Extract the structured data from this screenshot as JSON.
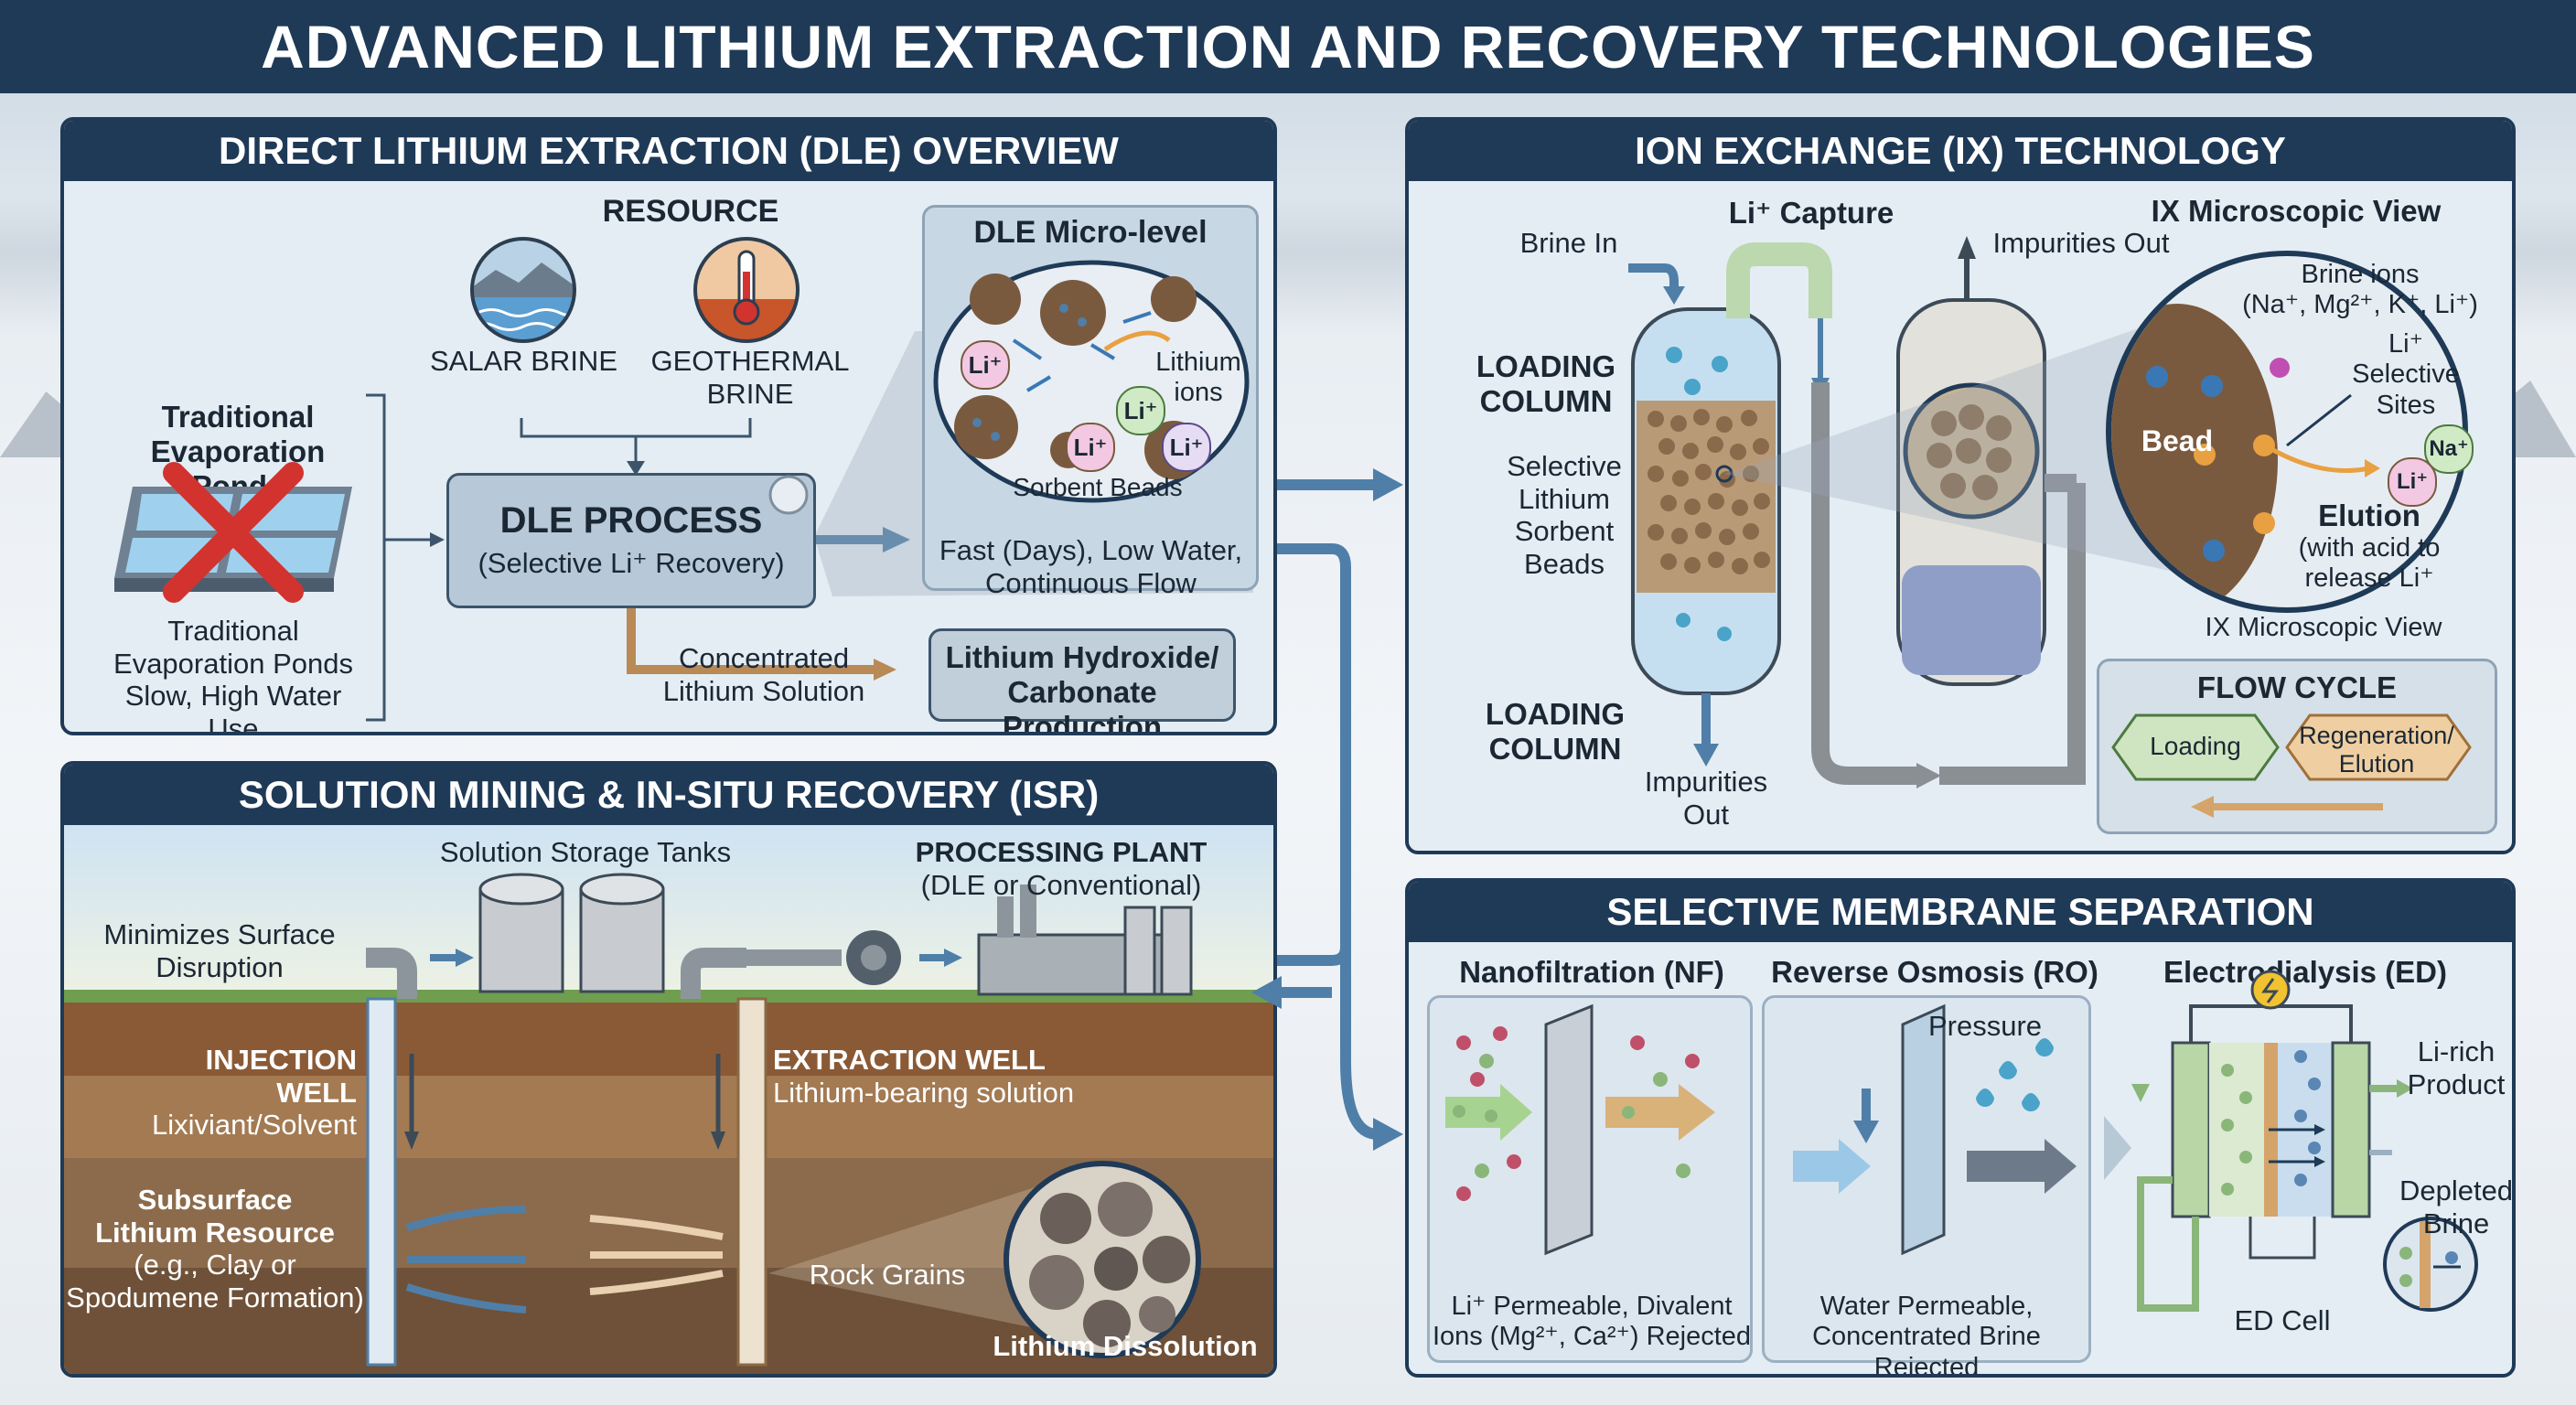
{
  "title": "ADVANCED LITHIUM EXTRACTION AND RECOVERY TECHNOLOGIES",
  "dle": {
    "heading": "DIRECT LITHIUM EXTRACTION (DLE) OVERVIEW",
    "resource": "RESOURCE",
    "salar": "SALAR BRINE",
    "geo_line1": "GEOTHERMAL",
    "geo_line2": "BRINE",
    "ponds_title_1": "Traditional",
    "ponds_title_2": "Evaporation Ponds",
    "ponds_desc_1": "Traditional",
    "ponds_desc_2": "Evaporation Ponds",
    "ponds_desc_3": "Slow, High Water Use",
    "process_title": "DLE PROCESS",
    "process_sub": "(Selective Li⁺ Recovery)",
    "micro_title": "DLE Micro-level",
    "lithium_ions_1": "Lithium",
    "lithium_ions_2": "ions",
    "sorbent_beads": "Sorbent Beads",
    "li": "Li⁺",
    "fast_1": "Fast (Days), Low Water,",
    "fast_2": "Continuous Flow",
    "conc_1": "Concentrated",
    "conc_2": "Lithium Solution",
    "hydrox_1": "Lithium Hydroxide/",
    "hydrox_2": "Carbonate Production"
  },
  "isr": {
    "heading": "SOLUTION MINING & IN-SITU RECOVERY (ISR)",
    "tanks": "Solution Storage Tanks",
    "plant_1": "PROCESSING PLANT",
    "plant_2": "(DLE or Conventional)",
    "minimizes_1": "Minimizes Surface",
    "minimizes_2": "Disruption",
    "injection_1": "INJECTION WELL",
    "injection_2": "Lixiviant/Solvent",
    "extraction_1": "EXTRACTION WELL",
    "extraction_2": "Lithium-bearing solution",
    "subsurface_1": "Subsurface",
    "subsurface_2": "Lithium Resource",
    "subsurface_3": "(e.g., Clay or",
    "subsurface_4": "Spodumene Formation)",
    "rock_grains": "Rock Grains",
    "dissolution": "Lithium Dissolution"
  },
  "ix": {
    "heading": "ION EXCHANGE (IX) TECHNOLOGY",
    "li_capture": "Li⁺ Capture",
    "brine_in": "Brine In",
    "impurities_out_top": "Impurities Out",
    "loading_col_1": "LOADING",
    "loading_col_2": "COLUMN",
    "selective_1": "Selective",
    "selective_2": "Lithium",
    "selective_3": "Sorbent",
    "selective_4": "Beads",
    "loading_col_b1": "LOADING",
    "loading_col_b2": "COLUMN",
    "impurities_out_bottom_1": "Impurities",
    "impurities_out_bottom_2": "Out",
    "micro_view_title": "IX Microscopic View",
    "brine_ions_1": "Brine ions",
    "brine_ions_2": "(Na⁺, Mg²⁺, K⁺, Li⁺)",
    "li_sites_1": "Li⁺",
    "li_sites_2": "Selective",
    "li_sites_3": "Sites",
    "bead": "Bead",
    "na": "Na⁺",
    "li": "Li⁺",
    "elution_1": "Elution",
    "elution_2": "(with acid to",
    "elution_3": "release Li⁺",
    "micro_view_caption": "IX Microscopic View",
    "flow_cycle": "FLOW CYCLE",
    "loading": "Loading",
    "regen_1": "Regeneration/",
    "regen_2": "Elution"
  },
  "membrane": {
    "heading": "SELECTIVE MEMBRANE SEPARATION",
    "nf_title": "Nanofiltration (NF)",
    "ro_title": "Reverse Osmosis (RO)",
    "ed_title": "Electrodialysis (ED)",
    "pressure": "Pressure",
    "nf_caption_1": "Li⁺ Permeable, Divalent",
    "nf_caption_2": "Ions (Mg²⁺, Ca²⁺) Rejected",
    "ro_caption_1": "Water Permeable,",
    "ro_caption_2": "Concentrated Brine Rejected",
    "li_rich_1": "Li-rich",
    "li_rich_2": "Product",
    "depleted_1": "Depleted",
    "depleted_2": "Brine",
    "ed_cell": "ED Cell"
  },
  "colors": {
    "navy": "#1f3a57",
    "panel": "#e4edf4",
    "flow_blue": "#4f7fa8",
    "bead_brown": "#7a5a3f",
    "cross_red": "#d2332f",
    "green": "#8fbf77",
    "tan": "#d4a46a"
  },
  "icons": [
    "cross-icon",
    "thermometer-icon",
    "lightning-icon",
    "droplet-icon"
  ]
}
